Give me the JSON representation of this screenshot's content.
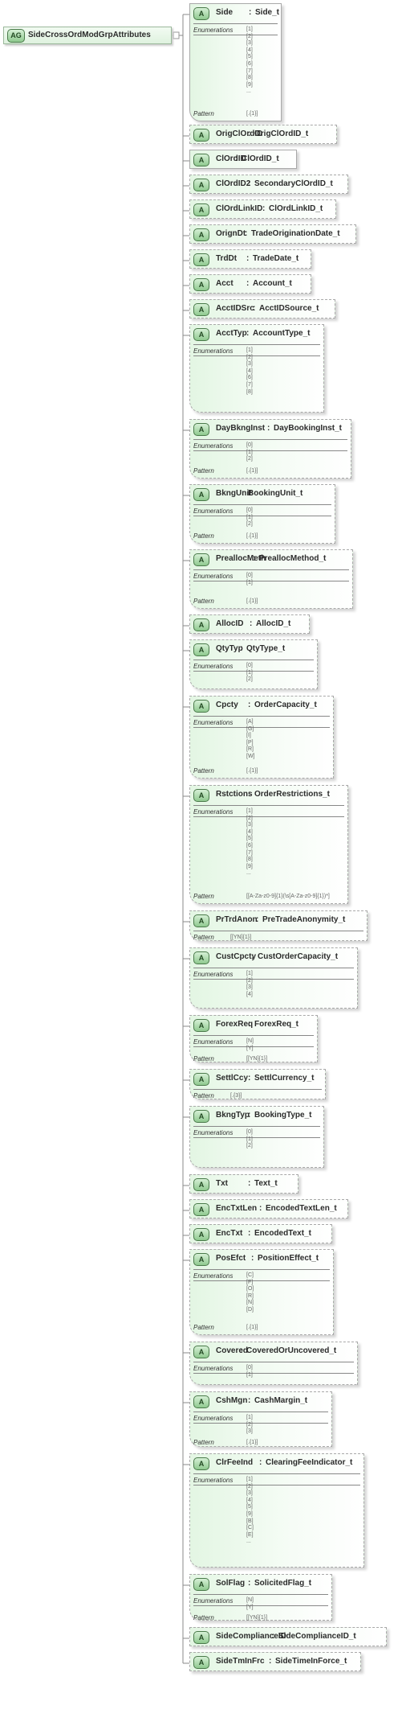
{
  "root": {
    "label": "SideCrossOrdModGrpAttributes",
    "badge": "AG"
  },
  "badge_text": "A",
  "facet_labels": {
    "enum": "Enumerations",
    "pattern": "Pattern"
  },
  "colors": {
    "line": "#8a8a8a",
    "accent": "#8fc98f"
  },
  "attributes": [
    {
      "name": "Side",
      "type": "Side_t",
      "enums": [
        "[1]",
        "[2]",
        "[3]",
        "[4]",
        "[5]",
        "[6]",
        "[7]",
        "[8]",
        "[9]",
        "..."
      ],
      "pattern": "[.{1}]"
    },
    {
      "name": "OrigClOrdID",
      "type": "OrigClOrdID_t"
    },
    {
      "name": "ClOrdID",
      "type": "ClOrdID_t"
    },
    {
      "name": "ClOrdID2",
      "type": "SecondaryClOrdID_t"
    },
    {
      "name": "ClOrdLinkID",
      "type": "ClOrdLinkID_t"
    },
    {
      "name": "OrignDt",
      "type": "TradeOriginationDate_t"
    },
    {
      "name": "TrdDt",
      "type": "TradeDate_t"
    },
    {
      "name": "Acct",
      "type": "Account_t"
    },
    {
      "name": "AcctIDSrc",
      "type": "AcctIDSource_t"
    },
    {
      "name": "AcctTyp",
      "type": "AccountType_t",
      "enums": [
        "[1]",
        "[2]",
        "[3]",
        "[4]",
        "[6]",
        "[7]",
        "[8]"
      ]
    },
    {
      "name": "DayBkngInst",
      "type": "DayBookingInst_t",
      "enums": [
        "[0]",
        "[1]",
        "[2]"
      ],
      "pattern": "[.{1}]"
    },
    {
      "name": "BkngUnit",
      "type": "BookingUnit_t",
      "enums": [
        "[0]",
        "[1]",
        "[2]"
      ],
      "pattern": "[.{1}]"
    },
    {
      "name": "PreallocMeth",
      "type": "PreallocMethod_t",
      "enums": [
        "[0]",
        "[1]"
      ],
      "pattern": "[.{1}]"
    },
    {
      "name": "AllocID",
      "type": "AllocID_t"
    },
    {
      "name": "QtyTyp",
      "type": "QtyType_t",
      "enums": [
        "[0]",
        "[1]",
        "[2]"
      ]
    },
    {
      "name": "Cpcty",
      "type": "OrderCapacity_t",
      "enums": [
        "[A]",
        "[G]",
        "[I]",
        "[P]",
        "[R]",
        "[W]"
      ],
      "pattern": "[.{1}]"
    },
    {
      "name": "Rstctions",
      "type": "OrderRestrictions_t",
      "enums": [
        "[1]",
        "[2]",
        "[3]",
        "[4]",
        "[5]",
        "[6]",
        "[7]",
        "[8]",
        "[9]",
        "..."
      ],
      "pattern": "[[A-Za-z0-9]{1}(\\s[A-Za-z0-9]{1})*]"
    },
    {
      "name": "PrTrdAnon",
      "type": "PreTradeAnonymity_t",
      "pattern": "[[YN]{1}]"
    },
    {
      "name": "CustCpcty",
      "type": "CustOrderCapacity_t",
      "enums": [
        "[1]",
        "[2]",
        "[3]",
        "[4]"
      ]
    },
    {
      "name": "ForexReq",
      "type": "ForexReq_t",
      "enums": [
        "[N]",
        "[Y]"
      ],
      "pattern": "[[YN]{1}]"
    },
    {
      "name": "SettlCcy",
      "type": "SettlCurrency_t",
      "pattern": "[.{3}]"
    },
    {
      "name": "BkngTyp",
      "type": "BookingType_t",
      "enums": [
        "[0]",
        "[1]",
        "[2]"
      ]
    },
    {
      "name": "Txt",
      "type": "Text_t"
    },
    {
      "name": "EncTxtLen",
      "type": "EncodedTextLen_t"
    },
    {
      "name": "EncTxt",
      "type": "EncodedText_t"
    },
    {
      "name": "PosEfct",
      "type": "PositionEffect_t",
      "enums": [
        "[C]",
        "[F]",
        "[O]",
        "[R]",
        "[N]",
        "[D]"
      ],
      "pattern": "[.{1}]"
    },
    {
      "name": "Covered",
      "type": "CoveredOrUncovered_t",
      "enums": [
        "[0]",
        "[1]"
      ]
    },
    {
      "name": "CshMgn",
      "type": "CashMargin_t",
      "enums": [
        "[1]",
        "[2]",
        "[3]"
      ],
      "pattern": "[.{1}]"
    },
    {
      "name": "ClrFeeInd",
      "type": "ClearingFeeIndicator_t",
      "enums": [
        "[1]",
        "[2]",
        "[3]",
        "[4]",
        "[5]",
        "[9]",
        "[B]",
        "[C]",
        "[E]",
        "..."
      ]
    },
    {
      "name": "SolFlag",
      "type": "SolicitedFlag_t",
      "enums": [
        "[N]",
        "[Y]"
      ],
      "pattern": "[[YN]{1}]"
    },
    {
      "name": "SideComplianceID",
      "type": "SideComplianceID_t"
    },
    {
      "name": "SideTmInFrc",
      "type": "SideTimeInForce_t"
    }
  ]
}
